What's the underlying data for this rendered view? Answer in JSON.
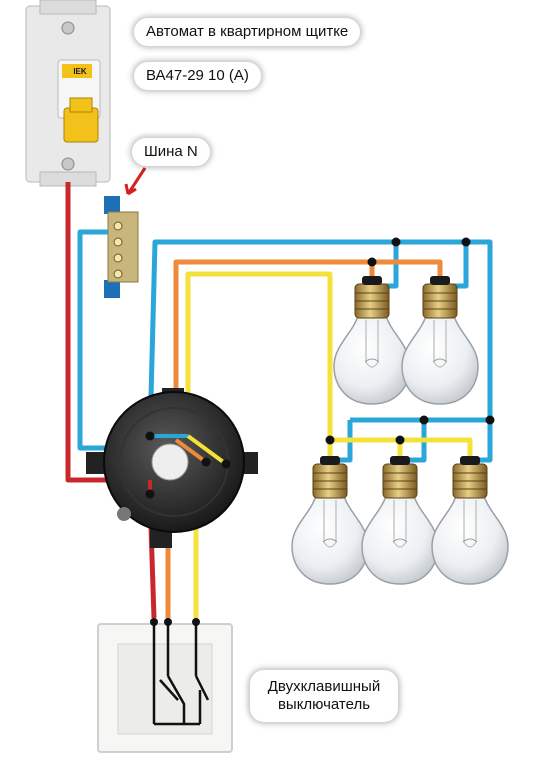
{
  "labels": {
    "breaker_title": "Автомат в квартирном щитке",
    "breaker_model": "ВА47-29 10 (А)",
    "neutral_bus": "Шина N",
    "switch_title": "Двухклавишный выключатель"
  },
  "breaker_brand": "IEK",
  "colors": {
    "phase_wire": "#c8282c",
    "neutral_wire": "#2aa6d8",
    "line1_wire": "#ee8a3a",
    "line2_wire": "#f4e23a",
    "breaker_handle": "#f2c21a",
    "bus_block": "#1e6fb8",
    "callout_arrow": "#d62020"
  },
  "bulb_groups": [
    {
      "group": "upper",
      "count": 2,
      "wire": "line1_wire"
    },
    {
      "group": "lower",
      "count": 3,
      "wire": "line2_wire"
    }
  ]
}
